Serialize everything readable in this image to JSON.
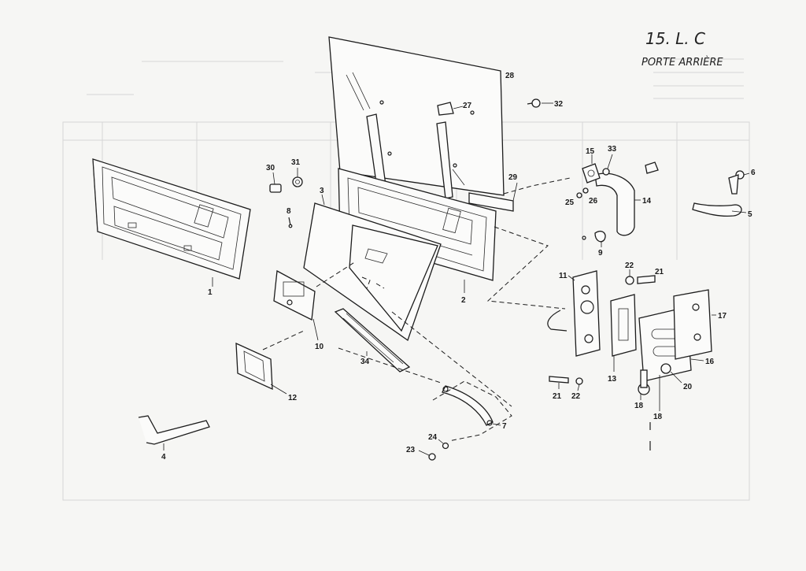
{
  "header": {
    "ref_code": "15. L. C",
    "title": "PORTE ARRIÈRE"
  },
  "callouts": {
    "c1": "1",
    "c2": "2",
    "c3": "3",
    "c4": "4",
    "c5": "5",
    "c6": "6",
    "c7": "7",
    "c8": "8",
    "c9": "9",
    "c10": "10",
    "c11": "11",
    "c12": "12",
    "c13": "13",
    "c14": "14",
    "c15": "15",
    "c16": "16",
    "c17": "17",
    "c18": "18",
    "c20": "20",
    "c21": "21",
    "c22": "22",
    "c23": "23",
    "c24": "24",
    "c25": "25",
    "c26": "26",
    "c27": "27",
    "c28": "28",
    "c29": "29",
    "c30": "30",
    "c31": "31",
    "c32": "32",
    "c33": "33",
    "c34": "34"
  },
  "colors": {
    "ink": "#1c1c1c",
    "paper": "#f6f6f4",
    "ghost": "#c8c8c8"
  }
}
